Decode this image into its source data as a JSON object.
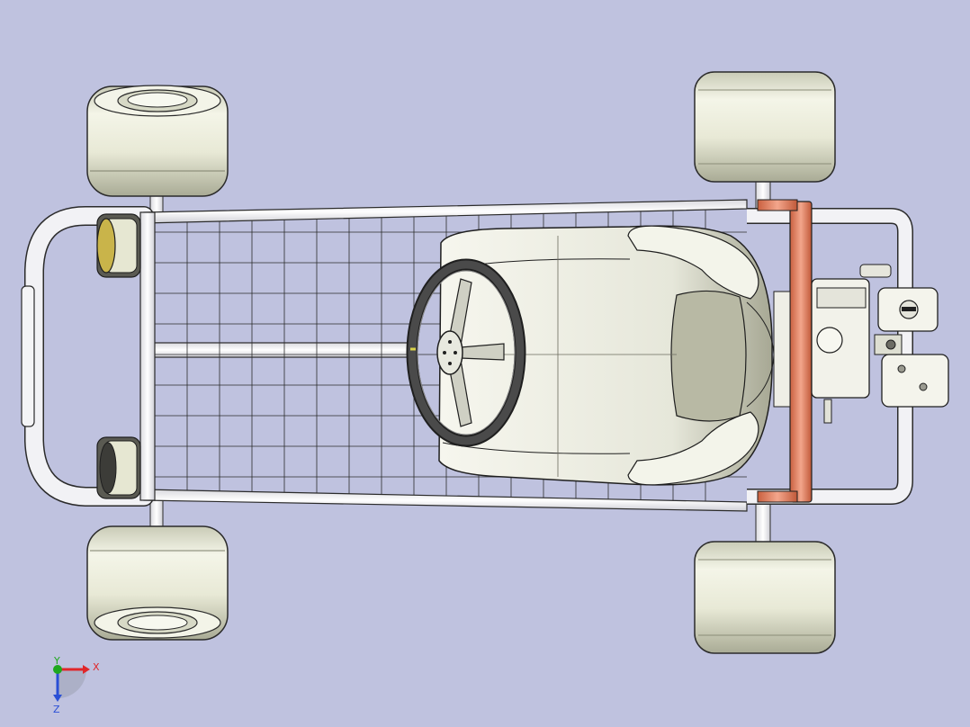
{
  "viewport": {
    "background": "#bfc2df",
    "model": "go-kart-assembly"
  },
  "triad": {
    "x_label": "X",
    "y_label": "Y",
    "z_label": "Z",
    "x_color": "#e0262a",
    "y_color": "#1ea81e",
    "z_color": "#2a4fd6"
  },
  "colors": {
    "tire": "#e4e6d2",
    "tire_dark": "#9a9c86",
    "frame": "#f1f1f4",
    "outline": "#2b2b2b",
    "axle_bar": "#e88466",
    "bumper_tire_yellow": "#c9b44a",
    "steering_wheel": "#3a3a3a"
  }
}
